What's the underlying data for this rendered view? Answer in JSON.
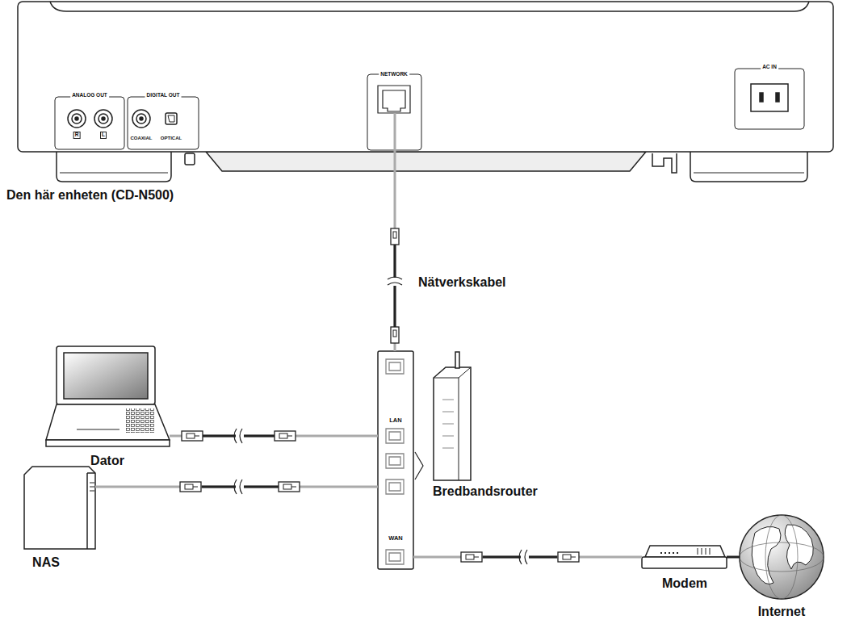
{
  "diagram": {
    "nodes": [
      {
        "text": [
          "Den här enheten (CD-N500)"
        ]
      },
      {
        "text": [
          "NETWORK"
        ],
        "in": 0
      },
      {
        "text": [
          "Dator"
        ]
      },
      {
        "text": [
          "NAS"
        ]
      },
      {
        "text": [
          "LAN",
          "WAN",
          "Bredbandsrouter"
        ]
      },
      {
        "text": [
          "Modem"
        ]
      },
      {
        "text": [
          "Internet"
        ]
      }
    ],
    "edges": [
      {
        "from": 1,
        "to": 4,
        "arrow": "none",
        "label": "Nätverkskabel"
      },
      {
        "from": 2,
        "to": 4,
        "arrow": "none"
      },
      {
        "from": 3,
        "to": 4,
        "arrow": "none"
      },
      {
        "from": 4,
        "to": 5,
        "arrow": "none"
      },
      {
        "from": 5,
        "to": 6,
        "arrow": "none"
      }
    ],
    "labels": [
      "ANALOG OUT",
      "R",
      "L",
      "DIGITAL OUT",
      "COAXIAL",
      "OPTICAL",
      "AC IN"
    ]
  }
}
